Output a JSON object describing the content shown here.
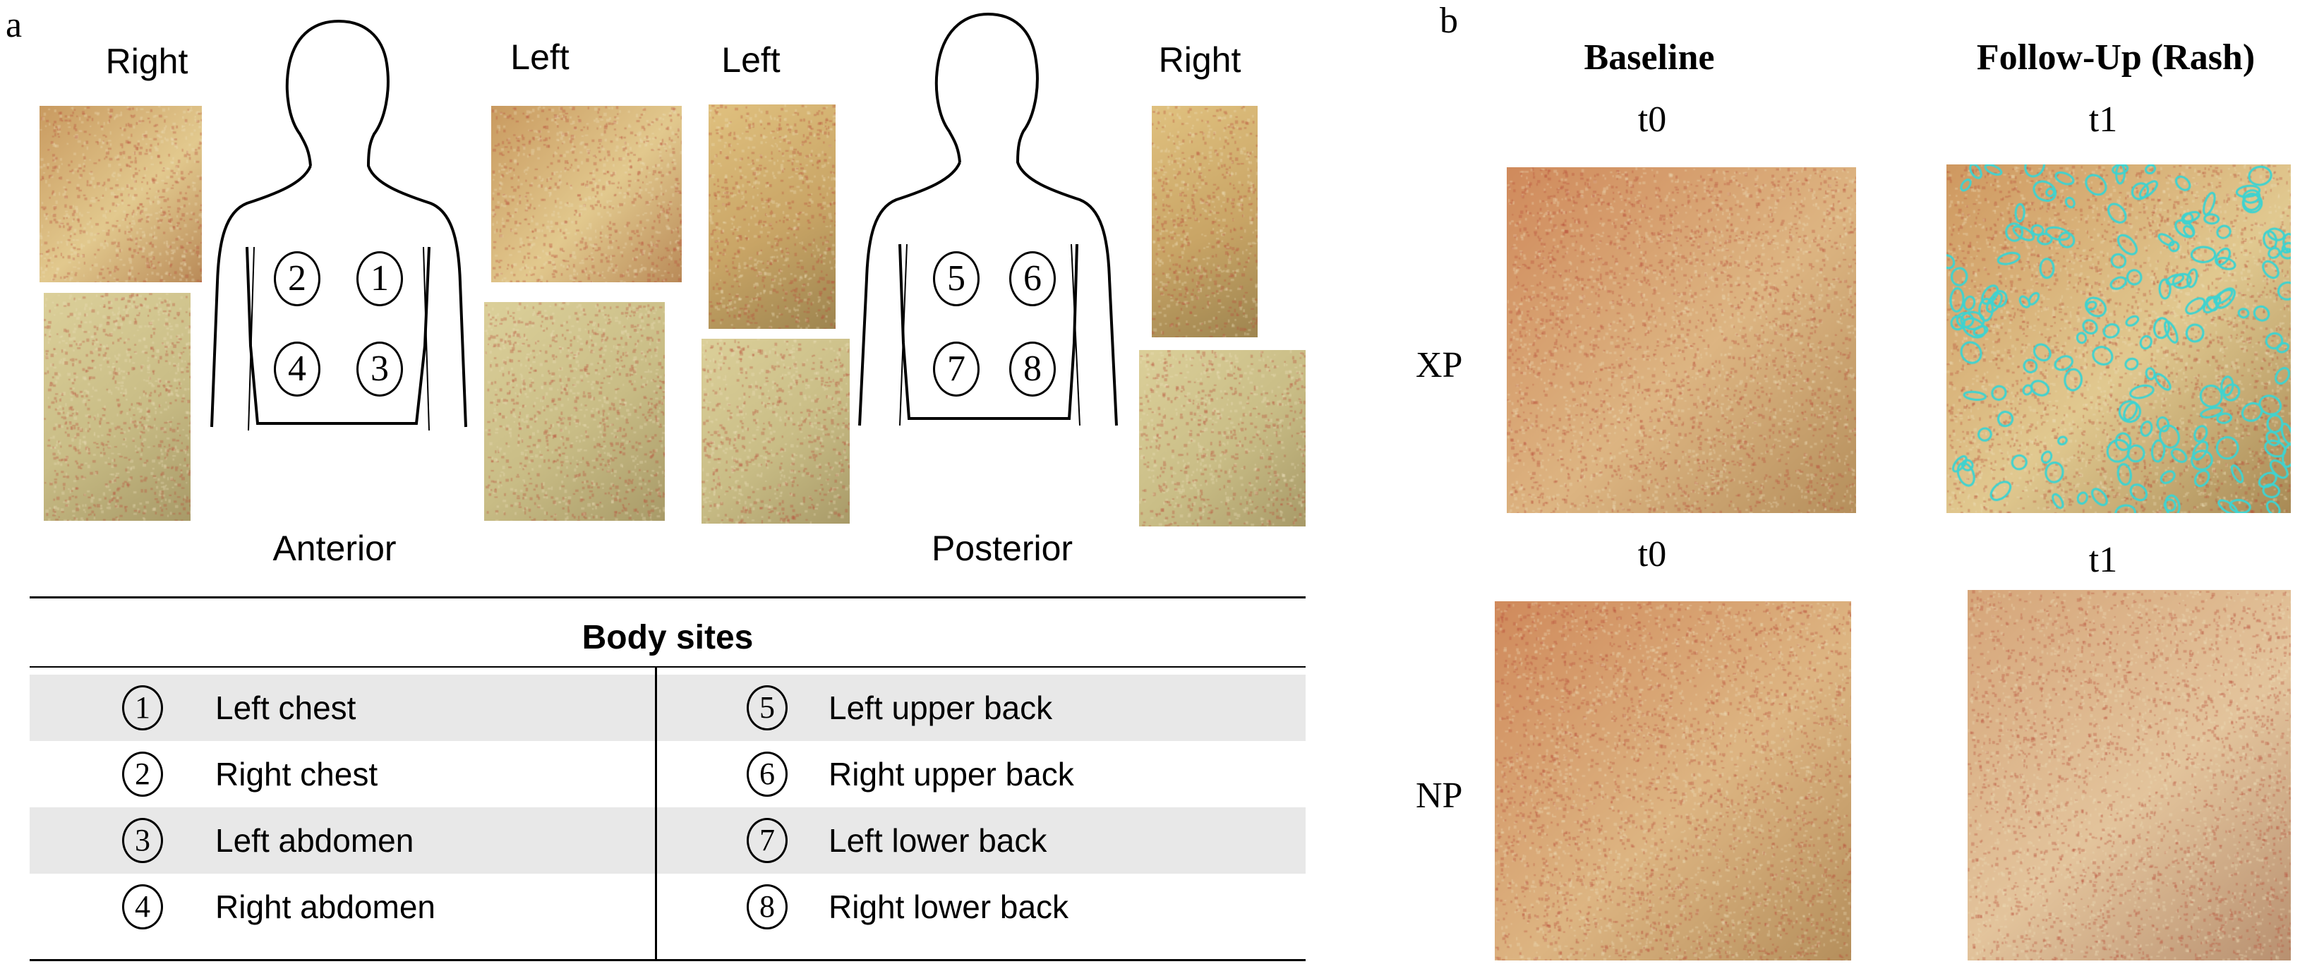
{
  "panel_a": {
    "letter": "a",
    "anterior": {
      "title": "Anterior",
      "left_side_label": "Right",
      "right_side_label": "Left",
      "sites": [
        "2",
        "1",
        "4",
        "3"
      ]
    },
    "posterior": {
      "title": "Posterior",
      "left_side_label": "Left",
      "right_side_label": "Right",
      "sites": [
        "5",
        "6",
        "7",
        "8"
      ]
    },
    "table": {
      "title": "Body sites",
      "rows": [
        {
          "left_num": "1",
          "left_label": "Left chest",
          "right_num": "5",
          "right_label": "Left upper back"
        },
        {
          "left_num": "2",
          "left_label": "Right chest",
          "right_num": "6",
          "right_label": "Right upper back"
        },
        {
          "left_num": "3",
          "left_label": "Left abdomen",
          "right_num": "7",
          "right_label": "Left lower back"
        },
        {
          "left_num": "4",
          "left_label": "Right abdomen",
          "right_num": "8",
          "right_label": "Right lower back"
        }
      ]
    }
  },
  "panel_b": {
    "letter": "b",
    "col_headers": [
      "Baseline",
      "Follow-Up (Rash)"
    ],
    "rows": [
      {
        "label": "XP",
        "times": [
          "t0",
          "t1"
        ]
      },
      {
        "label": "NP",
        "times": [
          "t0",
          "t1"
        ]
      }
    ]
  },
  "colors": {
    "row_shade": "#e8e8e8",
    "rash_outline": "#3fd3d0",
    "skin_base": "#d9b57a",
    "skin_red": "#c8644a"
  }
}
